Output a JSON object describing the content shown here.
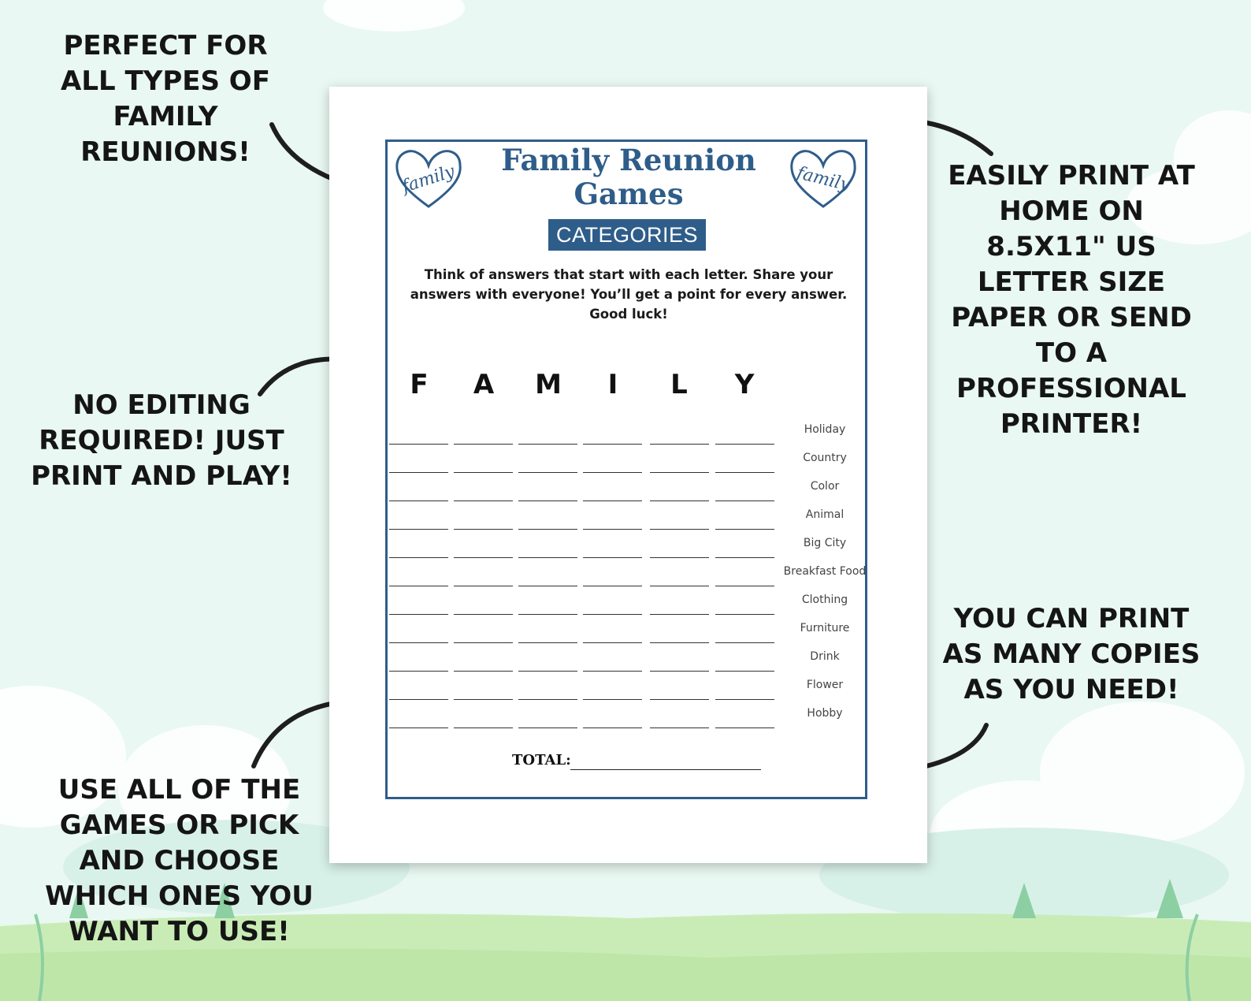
{
  "callouts": {
    "top_left": "PERFECT FOR ALL TYPES OF FAMILY REUNIONS!",
    "mid_left": "NO EDITING REQUIRED! JUST PRINT AND PLAY!",
    "bottom_left": "USE ALL OF THE GAMES OR PICK AND CHOOSE WHICH ONES YOU WANT TO USE!",
    "top_right": "EASILY PRINT AT HOME ON 8.5X11\" US LETTER SIZE PAPER OR SEND TO A PROFESSIONAL PRINTER!",
    "bottom_right": "YOU CAN PRINT AS MANY COPIES AS YOU NEED!"
  },
  "worksheet": {
    "heart_text": "family",
    "title_line1": "Family Reunion",
    "title_line2": "Games",
    "tag": "CATEGORIES",
    "instructions": "Think of answers that start with each letter. Share your answers with everyone! You’ll get a point for every answer. Good luck!",
    "letters": [
      "F",
      "A",
      "M",
      "I",
      "L",
      "Y"
    ],
    "categories": [
      "Holiday",
      "Country",
      "Color",
      "Animal",
      "Big City",
      "Breakfast Food",
      "Clothing",
      "Furniture",
      "Drink",
      "Flower",
      "Hobby"
    ],
    "total_label": "TOTAL:"
  },
  "colors": {
    "accent": "#2f5d8a",
    "background": "#e9f8f2",
    "grass": "#c9ecb7"
  }
}
